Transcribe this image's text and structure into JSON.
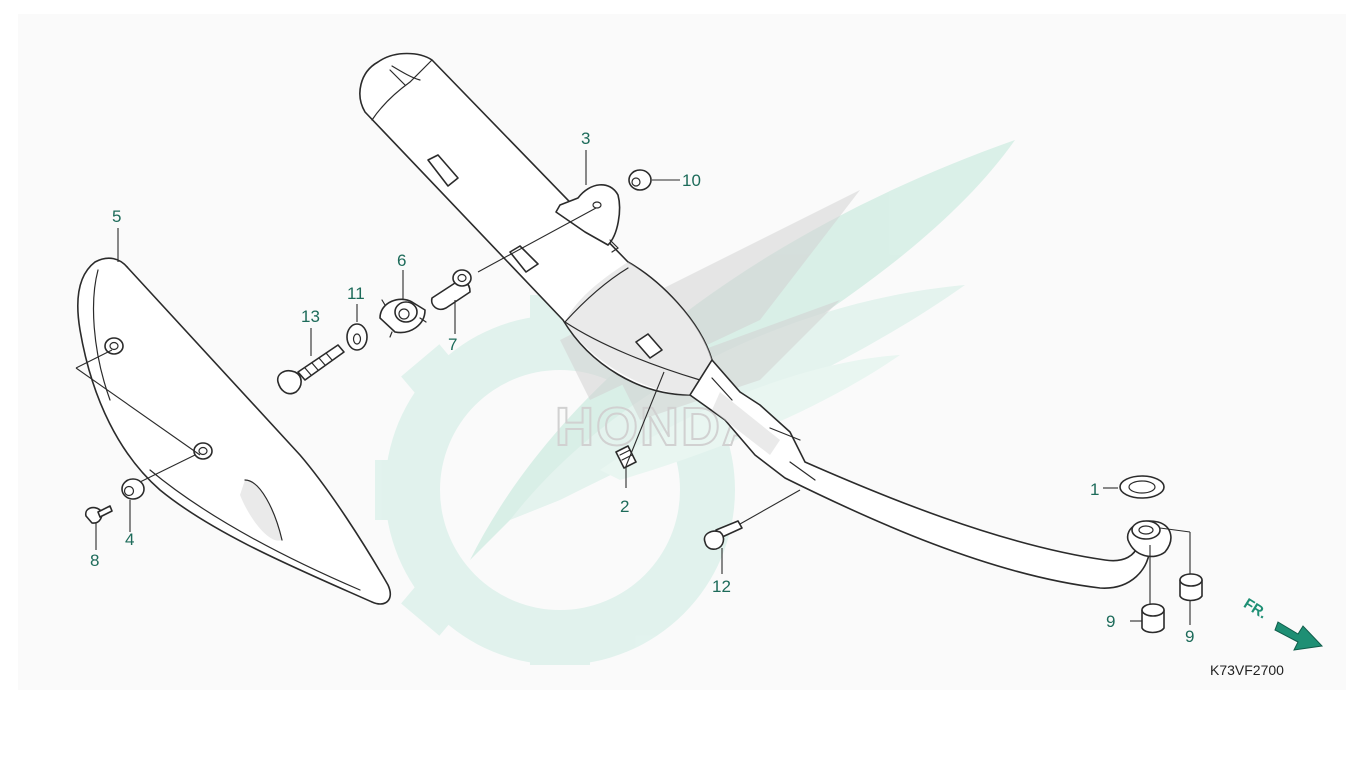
{
  "diagram": {
    "code": "K73VF2700",
    "direction_label": "FR.",
    "colors": {
      "callout_text": "#1d6b5a",
      "watermark": "#d8efe7",
      "fr_arrow": "#1e8f74",
      "line_art": "#2b2b2b"
    },
    "watermark_icon": "honda-wing-gear-watermark",
    "callouts": {
      "c1": "1",
      "c2": "2",
      "c3": "3",
      "c4": "4",
      "c5": "5",
      "c6": "6",
      "c7": "7",
      "c8": "8",
      "c9a": "9",
      "c9b": "9",
      "c10": "10",
      "c11": "11",
      "c12": "12",
      "c13": "13"
    }
  }
}
